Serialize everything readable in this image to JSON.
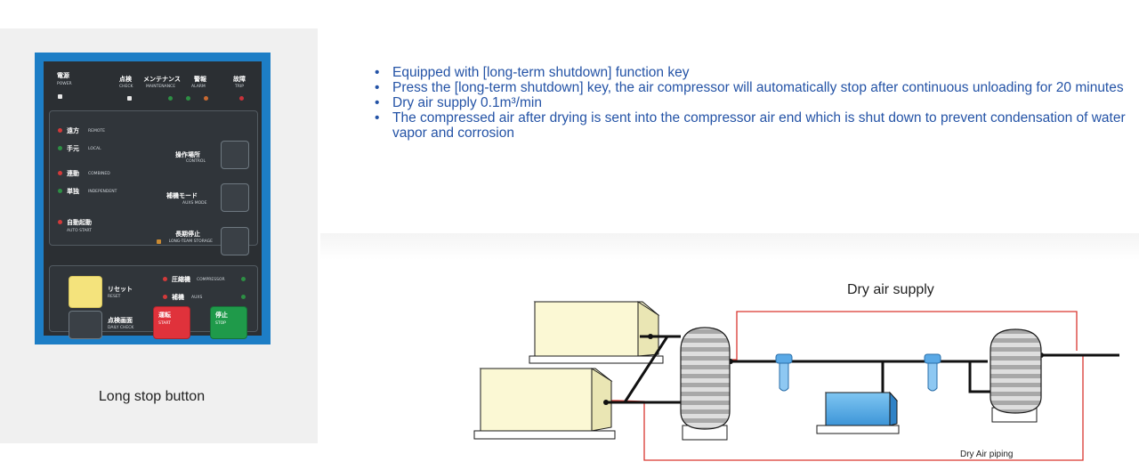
{
  "panel": {
    "power": {
      "jp": "電源",
      "en": "POWER"
    },
    "status": [
      {
        "jp": "点検",
        "en": "CHECK"
      },
      {
        "jp": "メンテナンス",
        "en": "MAINTENANCE"
      },
      {
        "jp": "警報",
        "en": "ALARM"
      },
      {
        "jp": "故障",
        "en": "TRIP"
      }
    ],
    "modes": [
      {
        "jp": "遠方",
        "en": "REMOTE"
      },
      {
        "jp": "手元",
        "en": "LOCAL"
      },
      {
        "jp": "連動",
        "en": "COMBINED"
      },
      {
        "jp": "単独",
        "en": "INDEPENDENT"
      },
      {
        "jp": "自動起動",
        "en": "AUTO START"
      }
    ],
    "right_buttons": [
      {
        "jp": "操作場所",
        "en": "CONTROL"
      },
      {
        "jp": "補機モード",
        "en": "AUXS MODE"
      },
      {
        "jp": "長期停止",
        "en": "LONG-TEAM STORAGE"
      }
    ],
    "reset": {
      "jp": "リセット",
      "en": "RESET"
    },
    "compressor": {
      "jp": "圧縮機",
      "en": "COMPRESSOR"
    },
    "auxs": {
      "jp": "補機",
      "en": "AUXS"
    },
    "daily_check": {
      "jp": "点検画面",
      "en": "DAILY CHECK"
    },
    "start": {
      "jp": "運転",
      "en": "START"
    },
    "stop": {
      "jp": "停止",
      "en": "STOP"
    }
  },
  "caption": "Long stop button",
  "bullets": [
    "Equipped with [long-term shutdown] function key",
    "Press the [long-term shutdown] key, the air compressor will automatically stop after continuous unloading for 20 minutes",
    "Dry air supply 0.1m³/min",
    "The compressed air after drying is sent into the compressor air end which is shut down to prevent condensation of water vapor and corrosion"
  ],
  "diagram": {
    "title": "Dry air supply",
    "pipe_label": "Dry Air piping"
  },
  "colors": {
    "panel_border": "#1d7ec6",
    "panel_bg": "#2b2f33",
    "bullet_text": "#2453a6",
    "red_pipe": "#d9362f",
    "reset_button": "#f4e37c",
    "start_button": "#e0323b",
    "stop_button": "#1f9a4a"
  }
}
